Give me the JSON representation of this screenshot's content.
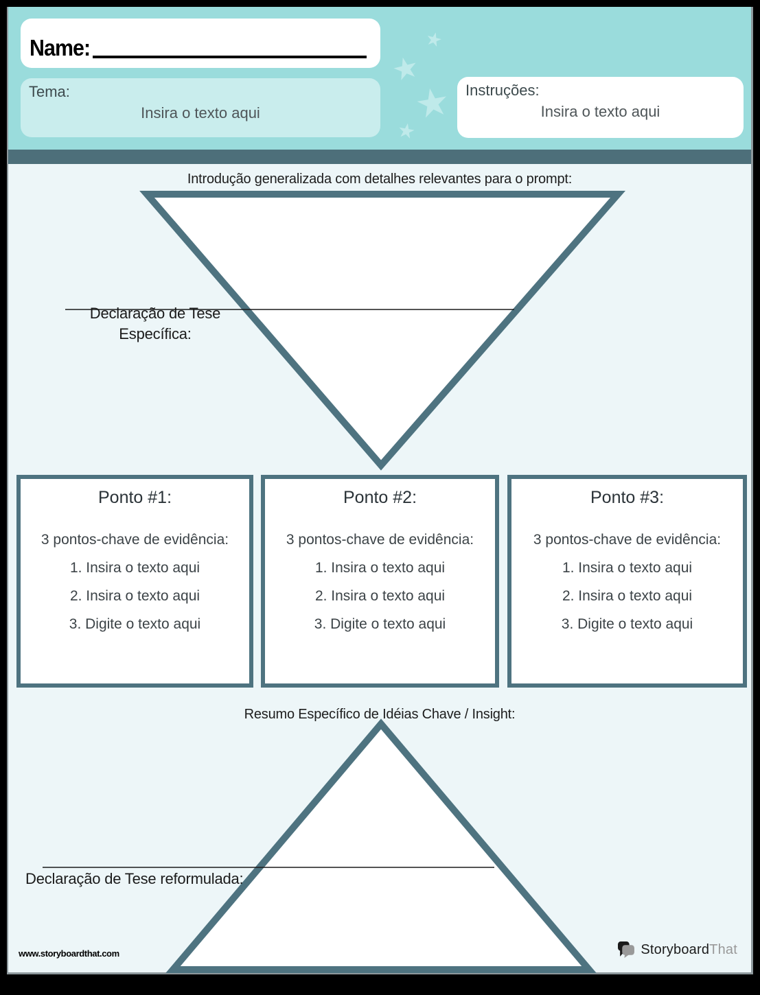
{
  "header": {
    "name_label": "Name:",
    "tema_label": "Tema:",
    "tema_placeholder": "Insira o texto aqui",
    "instructions_label": "Instruções:",
    "instructions_placeholder": "Insira o texto aqui"
  },
  "worksheet": {
    "intro_title": "Introdução generalizada com detalhes relevantes para o prompt:",
    "thesis_label_line1": "Declaração de Tese",
    "thesis_label_line2": "Específica:",
    "points": [
      {
        "title": "Ponto #1:",
        "subtitle": "3 pontos-chave de evidência:",
        "items": [
          "1. Insira o texto aqui",
          "2. Insira o texto aqui",
          "3. Digite o texto aqui"
        ]
      },
      {
        "title": "Ponto #2:",
        "subtitle": "3 pontos-chave de evidência:",
        "items": [
          "1. Insira o texto aqui",
          "2. Insira o texto aqui",
          "3. Digite o texto aqui"
        ]
      },
      {
        "title": "Ponto #3:",
        "subtitle": "3 pontos-chave de evidência:",
        "items": [
          "1. Insira o texto aqui",
          "2. Insira o texto aqui",
          "3. Digite o texto aqui"
        ]
      }
    ],
    "summary_title": "Resumo Específico de Idéias Chave / Insight:",
    "restated_label": "Declaração de Tese reformulada:"
  },
  "footer": {
    "url": "www.storyboardthat.com",
    "logo_text_black": "Storyboard",
    "logo_text_gray": "That"
  },
  "icons": {
    "star": "★",
    "logo": "speech-bubbles-icon"
  },
  "colors": {
    "header_teal": "#9adcdc",
    "star_teal": "#bfeaea",
    "tema_fill": "#c9eded",
    "divider_slate": "#4d6f7a",
    "shape_border_slate": "#4e7380",
    "page_background": "#edf6f8",
    "logo_gray": "#999999"
  }
}
